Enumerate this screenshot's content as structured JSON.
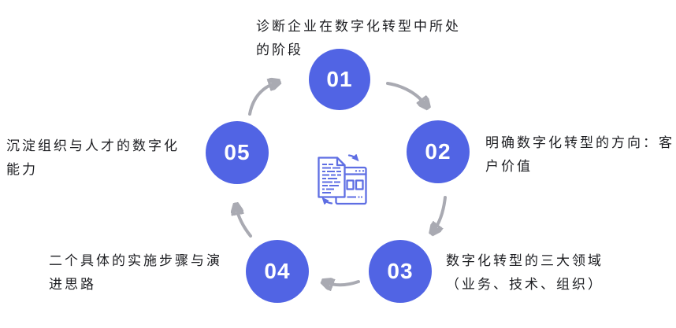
{
  "colors": {
    "circle": "#5164e4",
    "arrow": "#a9aab2",
    "icon": "#5e6ee3",
    "text": "#1c1d21",
    "bg": "#ffffff"
  },
  "cycle": {
    "steps": [
      {
        "number": "01",
        "lines": [
          "诊断企业在数字化转型中所处",
          "的阶段"
        ]
      },
      {
        "number": "02",
        "lines": [
          "明确数字化转型的方向：客",
          "户价值"
        ]
      },
      {
        "number": "03",
        "lines": [
          "数字化转型的三大领域",
          "（业务、技术、组织）"
        ]
      },
      {
        "number": "04",
        "lines": [
          "二个具体的实施步骤与演",
          "进思路"
        ]
      },
      {
        "number": "05",
        "lines": [
          "沉淀组织与人才的数字化",
          "能力"
        ]
      }
    ],
    "center_icon": "document-transform-icon",
    "arrow_icons": [
      "arrow-step1-to-step2",
      "arrow-step2-to-step3",
      "arrow-step3-to-step4",
      "arrow-step4-to-step5",
      "arrow-step5-to-step1"
    ]
  }
}
